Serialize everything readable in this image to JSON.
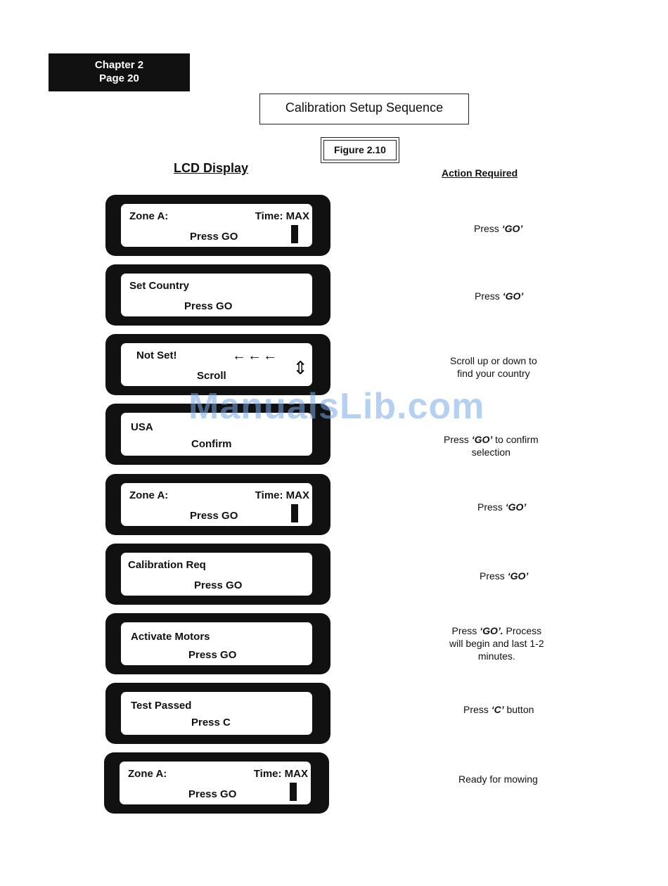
{
  "header": {
    "chapter": "Chapter 2",
    "page": "Page 20",
    "title": "Calibration Setup Sequence",
    "figure": "Figure 2.10"
  },
  "columns": {
    "lcd": "LCD Display",
    "action": "Action Required"
  },
  "screens": [
    {
      "line1": "Zone A:",
      "time": "Time:  MAX",
      "line2": "Press GO"
    },
    {
      "line1": "Set Country",
      "line2": "Press GO"
    },
    {
      "line1": "Not Set!",
      "arrows": "←←←",
      "updown": "⇕",
      "line2": "Scroll"
    },
    {
      "line1": "USA",
      "line2": "Confirm"
    },
    {
      "line1": "Zone A:",
      "time": "Time:  MAX",
      "line2": "Press GO"
    },
    {
      "line1": "Calibration   Req",
      "line2": "Press GO"
    },
    {
      "line1": "Activate Motors",
      "line2": "Press GO"
    },
    {
      "line1": "Test Passed",
      "line2": "Press C"
    },
    {
      "line1": "Zone A:",
      "time": "Time:  MAX",
      "line2": "Press GO"
    }
  ],
  "actions": [
    {
      "pre": "Press ",
      "key": "‘GO’",
      "post": ""
    },
    {
      "pre": "Press ",
      "key": "‘GO’",
      "post": ""
    },
    {
      "pre": "Scroll up or down to",
      "key": "",
      "post": "find your country"
    },
    {
      "pre": "Press ",
      "key": "‘GO’",
      "post": " to confirm",
      "line2": "selection"
    },
    {
      "pre": "Press ",
      "key": "‘GO’",
      "post": ""
    },
    {
      "pre": "Press ",
      "key": "‘GO’",
      "post": ""
    },
    {
      "pre": "Press ",
      "key": "‘GO’.",
      "post": "  Process",
      "line2": "will begin and last 1-2",
      "line3": "minutes."
    },
    {
      "pre": "Press ",
      "key": "‘C’",
      "post": " button"
    },
    {
      "pre": "Ready for mowing",
      "key": "",
      "post": ""
    }
  ],
  "watermark": "ManualsLib.com"
}
